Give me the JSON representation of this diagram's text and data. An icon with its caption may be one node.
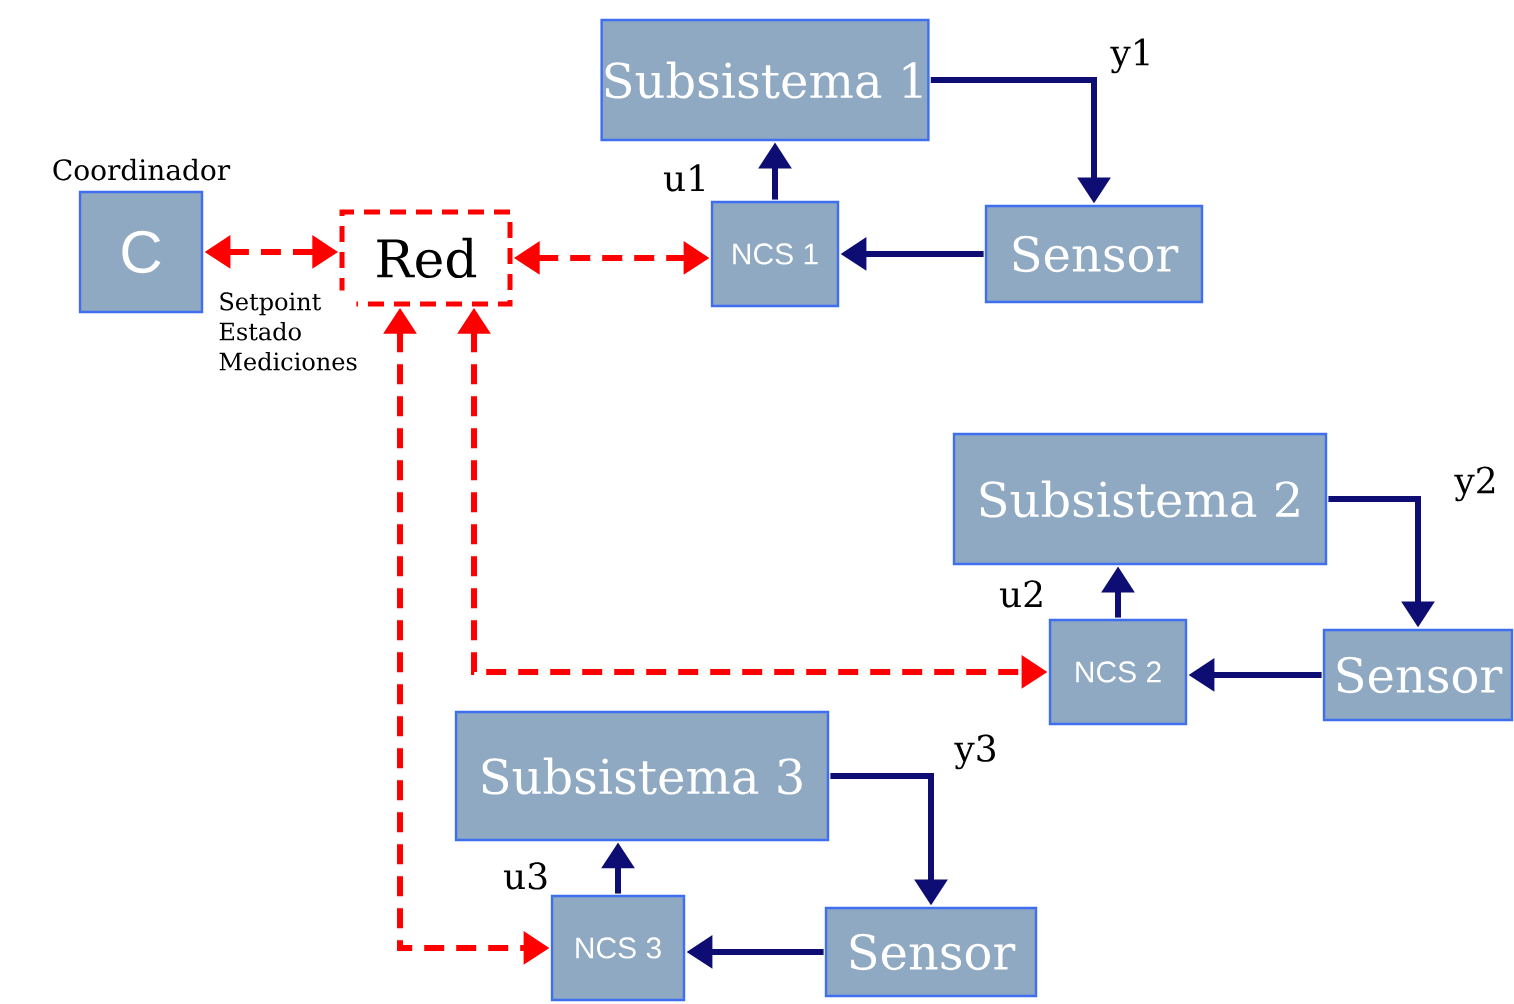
{
  "diagram": {
    "nodes": [
      {
        "text": [
          "C"
        ],
        "beside": [
          "Coordinador"
        ]
      },
      {
        "text": [
          "Red"
        ]
      },
      {
        "text": [
          "Subsistema 1"
        ]
      },
      {
        "text": [
          "NCS 1"
        ]
      },
      {
        "text": [
          "Sensor"
        ]
      },
      {
        "text": [
          "Subsistema 2"
        ]
      },
      {
        "text": [
          "NCS 2"
        ]
      },
      {
        "text": [
          "Sensor"
        ]
      },
      {
        "text": [
          "Subsistema 3"
        ]
      },
      {
        "text": [
          "NCS 3"
        ]
      },
      {
        "text": [
          "Sensor"
        ]
      }
    ],
    "edges": [
      {
        "from": 0,
        "to": 1,
        "arrow": "both",
        "style": "dashed",
        "color": "#ff0000",
        "label": "Setpoint Estado Mediciones"
      },
      {
        "from": 1,
        "to": 3,
        "arrow": "both",
        "style": "dashed",
        "color": "#ff0000"
      },
      {
        "from": 3,
        "to": 2,
        "arrow": "to",
        "label": "u1"
      },
      {
        "from": 2,
        "to": 4,
        "arrow": "to",
        "label": "y1"
      },
      {
        "from": 4,
        "to": 3,
        "arrow": "to"
      },
      {
        "from": 1,
        "to": 6,
        "arrow": "both",
        "style": "dashed",
        "color": "#ff0000"
      },
      {
        "from": 1,
        "to": 9,
        "arrow": "both",
        "style": "dashed",
        "color": "#ff0000"
      },
      {
        "from": 6,
        "to": 5,
        "arrow": "to",
        "label": "u2"
      },
      {
        "from": 5,
        "to": 7,
        "arrow": "to",
        "label": "y2"
      },
      {
        "from": 7,
        "to": 6,
        "arrow": "to"
      },
      {
        "from": 9,
        "to": 8,
        "arrow": "to",
        "label": "u3"
      },
      {
        "from": 8,
        "to": 10,
        "arrow": "to",
        "label": "y3"
      },
      {
        "from": 10,
        "to": 9,
        "arrow": "to"
      }
    ]
  }
}
